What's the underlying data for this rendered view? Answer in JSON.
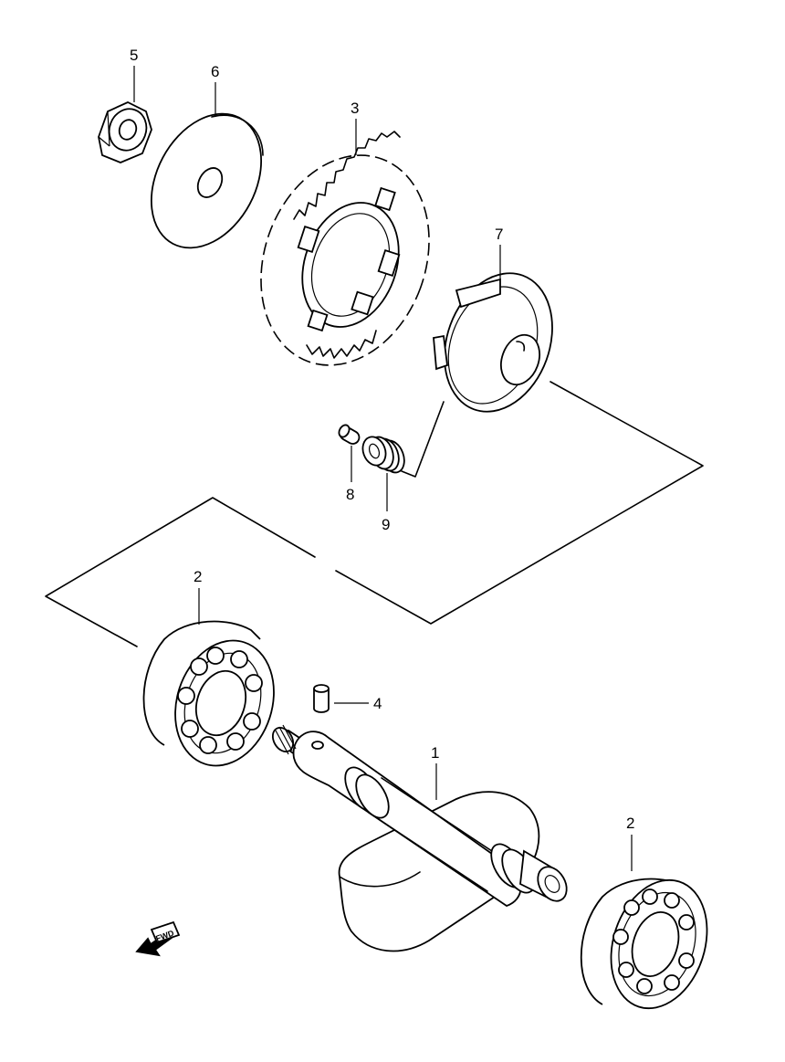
{
  "callouts": {
    "c1": "1",
    "c2a": "2",
    "c2b": "2",
    "c3": "3",
    "c4": "4",
    "c5": "5",
    "c6": "6",
    "c7": "7",
    "c8": "8",
    "c9": "9"
  },
  "fwd_label": "FWD"
}
